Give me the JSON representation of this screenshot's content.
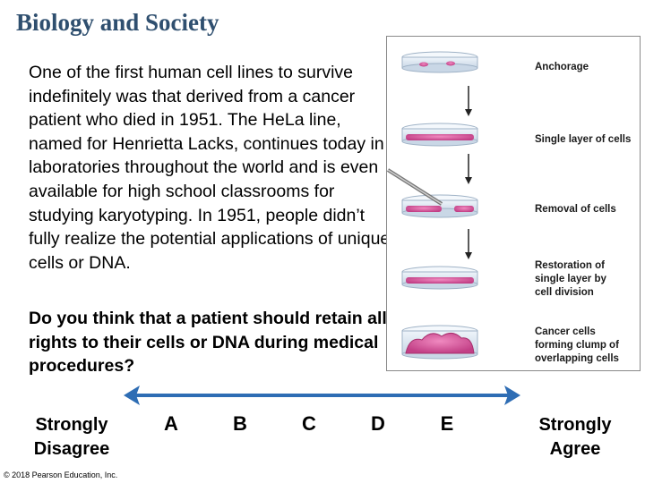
{
  "slide": {
    "title": "Biology and Society",
    "paragraph": "One of the first human cell lines to survive indefinitely was that derived from a cancer patient who died in 1951. The HeLa line, named for Henrietta Lacks, continues today in laboratories throughout the world and is even available for high school classrooms for studying karyotyping. In 1951, people didn’t fully realize the potential applications of unique cells or DNA.",
    "question": "Do you think that a patient should retain all rights to their cells or DNA during medical procedures?",
    "copyright": "© 2018 Pearson Education, Inc."
  },
  "figure": {
    "labels": {
      "anchorage": "Anchorage",
      "single_layer": "Single layer of cells",
      "removal": "Removal of cells",
      "restoration": [
        "Restoration of",
        "single layer by",
        "cell division"
      ],
      "cancer": [
        "Cancer cells",
        "forming clump of",
        "overlapping cells"
      ]
    },
    "colors": {
      "cell": "#d9589e",
      "cell_dark": "#a8306e",
      "dish": "#dfe8f2",
      "border": "#8a8a8a"
    }
  },
  "scale": {
    "left": [
      "Strongly",
      "Disagree"
    ],
    "right": [
      "Strongly",
      "Agree"
    ],
    "options": [
      "A",
      "B",
      "C",
      "D",
      "E"
    ],
    "arrow_color": "#2e6db4"
  }
}
